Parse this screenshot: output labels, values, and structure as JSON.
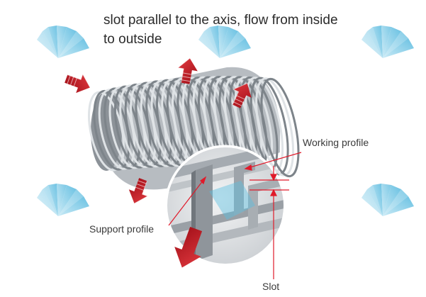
{
  "title": {
    "line1": "slot parallel to the axis, flow from inside",
    "line2": "to outside"
  },
  "labels": {
    "working_profile": "Working profile",
    "support_profile": "Support profile",
    "slot": "Slot"
  },
  "colors": {
    "arrow_red": "#c8141e",
    "leader_line": "#e01a2a",
    "watermark_blue": "#5bbfe0",
    "pipe_steel": "#9aa0a6",
    "text": "#3a3a3a"
  },
  "icons": {
    "watermark": "fan-logo-icon",
    "arrow": "flow-arrow-icon"
  }
}
